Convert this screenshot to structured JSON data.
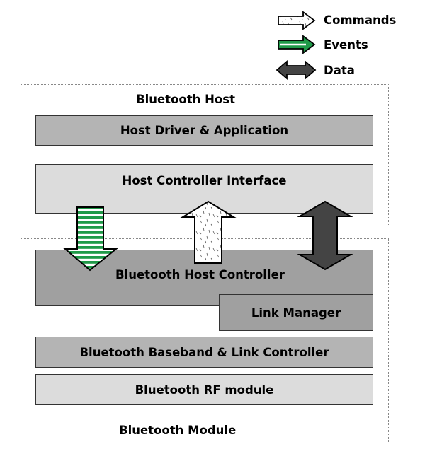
{
  "legend": {
    "commands": "Commands",
    "events": "Events",
    "data": "Data"
  },
  "host": {
    "title": "Bluetooth Host",
    "driver": "Host Driver & Application",
    "hci": "Host Controller Interface"
  },
  "module": {
    "title": "Bluetooth Module",
    "controller": "Bluetooth Host Controller",
    "link_manager": "Link Manager",
    "baseband": "Bluetooth Baseband & Link Controller",
    "rf": "Bluetooth RF module"
  },
  "colors": {
    "events_green": "#1f9a48",
    "data_dark": "#444444",
    "driver_box": "#b4b4b4",
    "hci_box": "#dcdcdc",
    "controller_box": "#a0a0a0",
    "baseband_box": "#b4b4b4",
    "rf_box": "#dcdcdc"
  }
}
